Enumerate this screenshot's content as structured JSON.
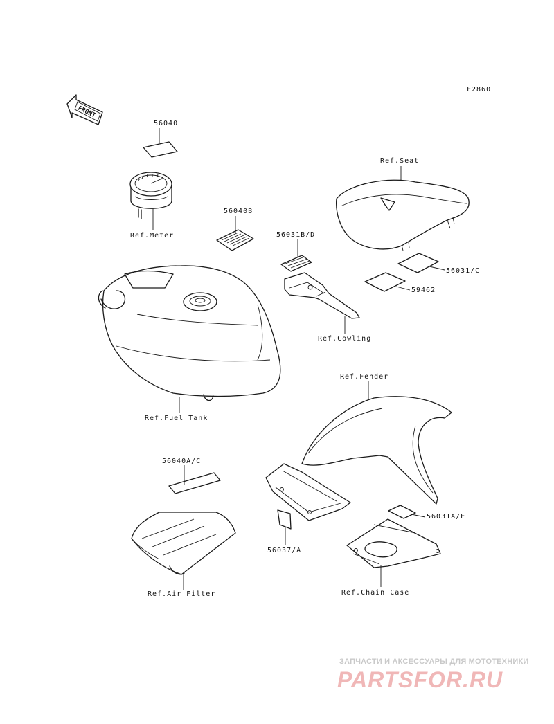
{
  "figure_code": "F2860",
  "front_arrow": "FRONT",
  "labels": {
    "sticker_56040": "56040",
    "meter": "Ref.Meter",
    "sticker_56040b": "56040B",
    "sticker_56031bd": "56031B/D",
    "seat": "Ref.Seat",
    "sticker_56031c": "56031/C",
    "sticker_59462": "59462",
    "cowling": "Ref.Cowling",
    "fuel_tank": "Ref.Fuel Tank",
    "fender": "Ref.Fender",
    "sticker_56040ac": "56040A/C",
    "sticker_56031ae": "56031A/E",
    "sticker_56037a": "56037/A",
    "air_filter": "Ref.Air Filter",
    "chain_case": "Ref.Chain Case"
  },
  "watermark": {
    "tagline": "ЗАПЧАСТИ И АКСЕССУАРЫ ДЛЯ МОТОТЕХНИКИ",
    "logo": "PARTSFOR.RU"
  }
}
